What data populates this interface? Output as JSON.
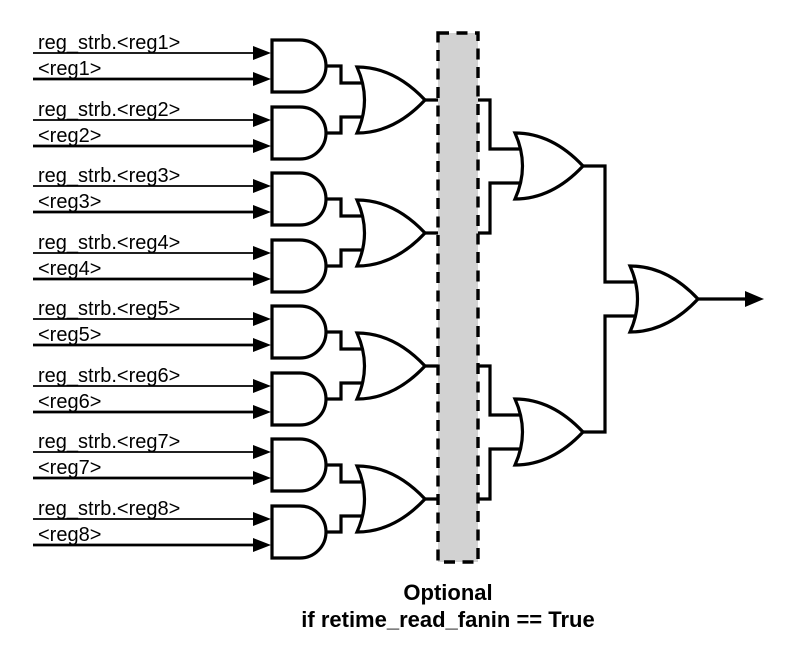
{
  "diagram": {
    "type": "logic-circuit",
    "title": "register strobe read fan-in OR reduction tree",
    "inputs": [
      {
        "strb_label": "reg_strb.<reg1>",
        "reg_label": "<reg1>"
      },
      {
        "strb_label": "reg_strb.<reg2>",
        "reg_label": "<reg2>"
      },
      {
        "strb_label": "reg_strb.<reg3>",
        "reg_label": "<reg3>"
      },
      {
        "strb_label": "reg_strb.<reg4>",
        "reg_label": "<reg4>"
      },
      {
        "strb_label": "reg_strb.<reg5>",
        "reg_label": "<reg5>"
      },
      {
        "strb_label": "reg_strb.<reg6>",
        "reg_label": "<reg6>"
      },
      {
        "strb_label": "reg_strb.<reg7>",
        "reg_label": "<reg7>"
      },
      {
        "strb_label": "reg_strb.<reg8>",
        "reg_label": "<reg8>"
      }
    ],
    "optional_region": {
      "fill": "#d2d2d2",
      "caption_line1": "Optional",
      "caption_line2": "if retime_read_fanin == True"
    },
    "colors": {
      "wire": "#000000",
      "gate_fill": "#ffffff",
      "background": "#ffffff"
    },
    "structure": {
      "stage1_and_gates": 8,
      "stage2_or_gates": 4,
      "stage3_or_gates": 2,
      "final_or_gates": 1,
      "output": "arrow-right"
    }
  }
}
